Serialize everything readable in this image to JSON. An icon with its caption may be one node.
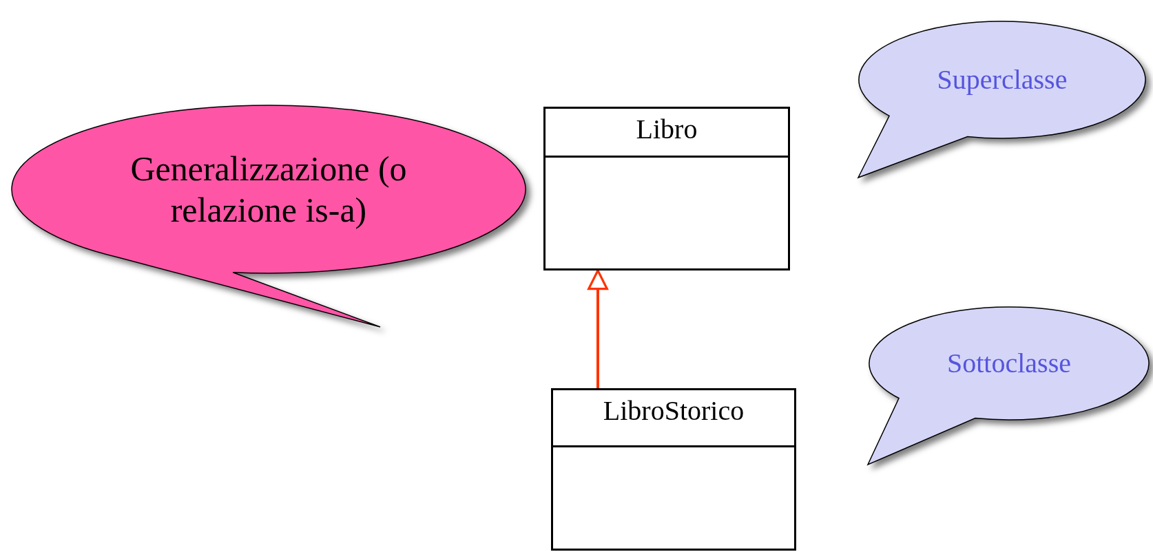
{
  "diagram": {
    "nodes": [
      {
        "text": [
          "Superclasse"
        ]
      },
      {
        "text": [
          "Generalizzazione (o relazione is-a)"
        ]
      },
      {
        "text": [
          "Libro"
        ]
      },
      {
        "text": [
          "Sottoclasse"
        ]
      },
      {
        "text": [
          "LibroStorico"
        ]
      }
    ],
    "edges": [
      {
        "from": 4,
        "to": 2,
        "arrow": "to",
        "color": "#ff3300"
      }
    ]
  }
}
